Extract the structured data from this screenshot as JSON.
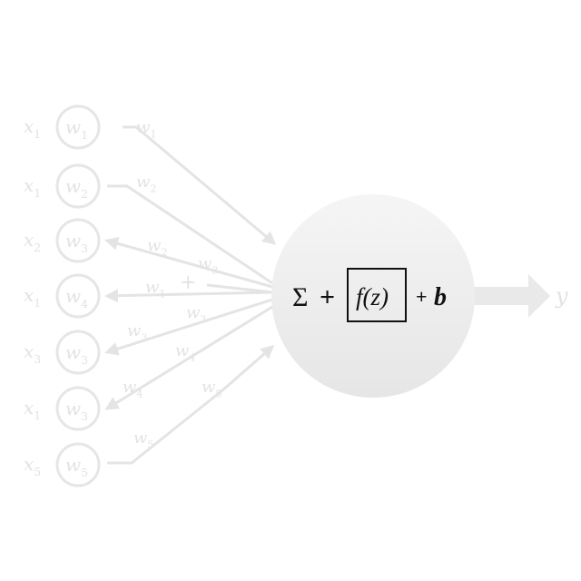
{
  "colors": {
    "faint": "#e2e2e2",
    "node_fill_top": "#f4f4f4",
    "node_fill_bottom": "#e8e8e8",
    "formula": "#111111"
  },
  "inputs": [
    {
      "x": "x",
      "x_sub": "1",
      "w": "w",
      "w_sub": "1"
    },
    {
      "x": "x",
      "x_sub": "1",
      "w": "w",
      "w_sub": "2"
    },
    {
      "x": "x",
      "x_sub": "2",
      "w": "w",
      "w_sub": "3"
    },
    {
      "x": "x",
      "x_sub": "1",
      "w": "w",
      "w_sub": "4"
    },
    {
      "x": "x",
      "x_sub": "3",
      "w": "w",
      "w_sub": "3"
    },
    {
      "x": "x",
      "x_sub": "1",
      "w": "w",
      "w_sub": "3"
    },
    {
      "x": "x",
      "x_sub": "5",
      "w": "w",
      "w_sub": "5"
    }
  ],
  "edge_labels": [
    {
      "w": "w",
      "sub": "1"
    },
    {
      "w": "w",
      "sub": "2"
    },
    {
      "w": "w",
      "sub": "2"
    },
    {
      "w": "w",
      "sub": "3"
    },
    {
      "w": "w",
      "sub": "1"
    },
    {
      "w": "w",
      "sub": "3"
    },
    {
      "w": "w",
      "sub": "3"
    },
    {
      "w": "w",
      "sub": "4"
    },
    {
      "w": "w",
      "sub": "4"
    },
    {
      "w": "w",
      "sub": "5"
    },
    {
      "w": "w",
      "sub": "5"
    }
  ],
  "plus_sign": "+",
  "formula": {
    "sigma": "Σ",
    "plus1": "+",
    "activation": "f(z)",
    "plus2": "+",
    "bias": "b"
  },
  "output": "y"
}
